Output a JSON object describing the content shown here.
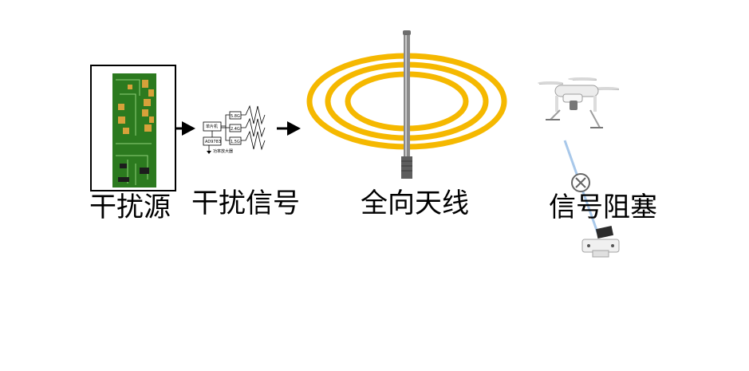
{
  "labels": {
    "source": "干扰源",
    "signal": "干扰信号",
    "antenna": "全向天线",
    "jam": "信号阻塞"
  },
  "block_diagram": {
    "mcu": "单片机",
    "chip": "AD9783",
    "amp": "功率放大器",
    "out1": "5.8G",
    "out2": "2.4G",
    "out3": "1.5G"
  },
  "colors": {
    "ring": "#f5b800",
    "pcb": "#2c7a1f",
    "pad": "#d7a13a",
    "arrow": "#000000",
    "mast": "#8a8a8a"
  }
}
